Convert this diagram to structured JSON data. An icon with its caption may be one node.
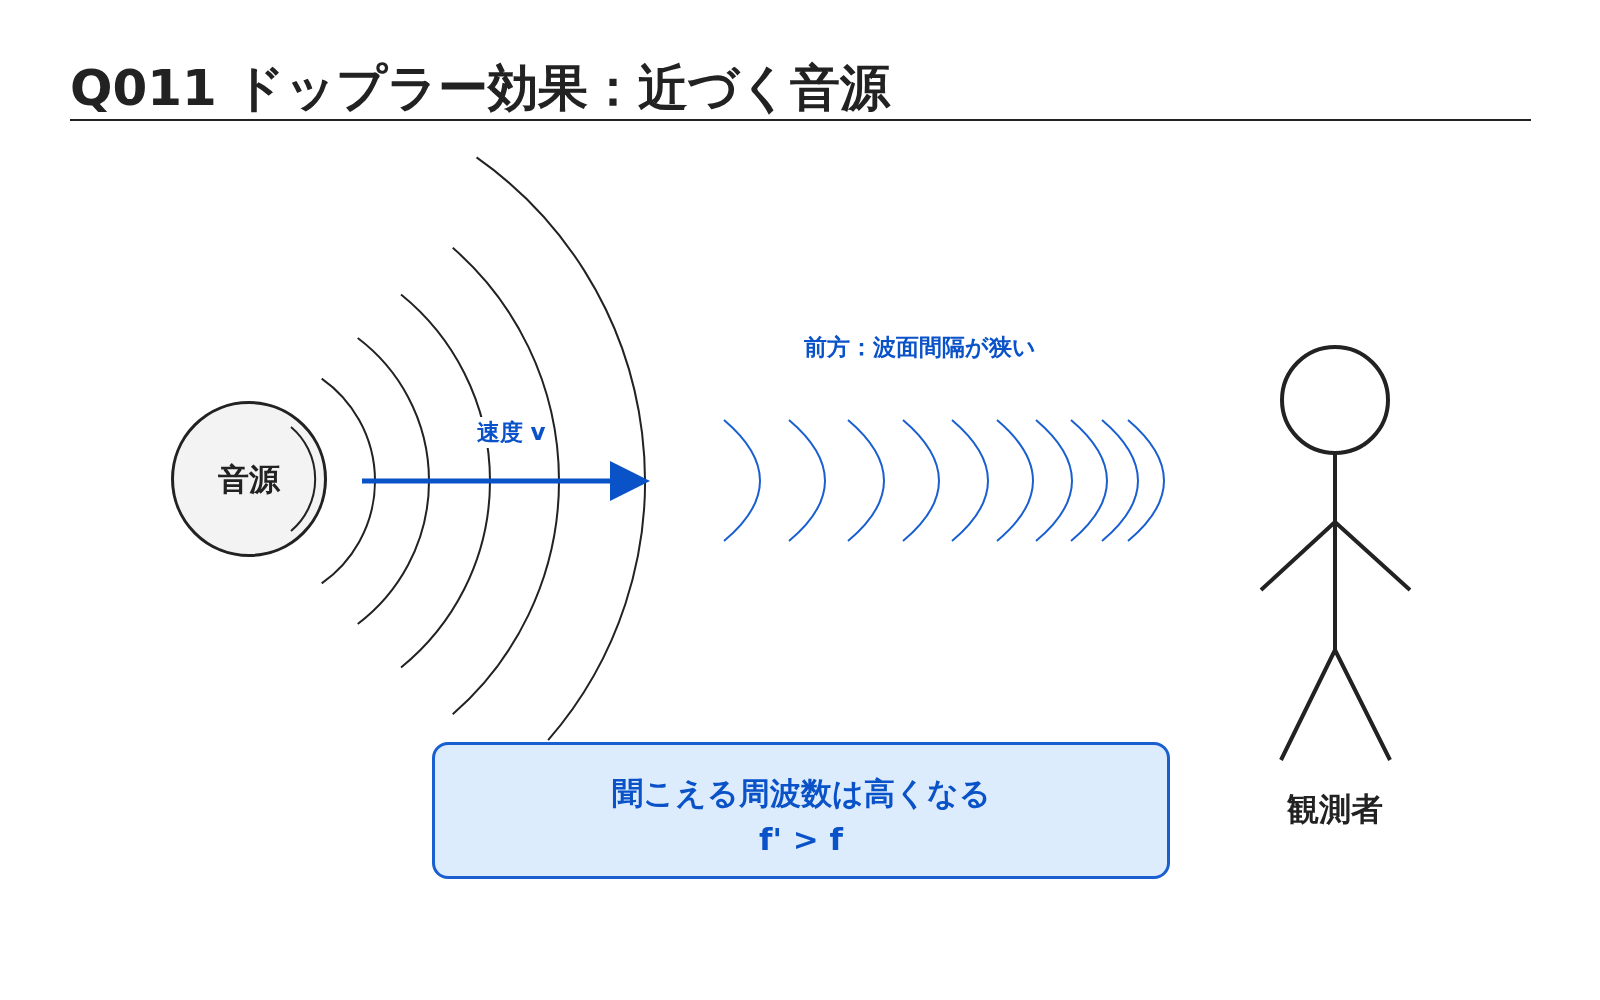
{
  "diagram": {
    "title": "Q011 ドップラー効果：近づく音源",
    "nodes": [
      {
        "text": [
          "音源"
        ]
      },
      {
        "text": [
          "観測者"
        ]
      },
      {
        "text": [
          "聞こえる周波数は高くなる",
          "f' > f"
        ]
      }
    ],
    "edges": [],
    "labels": [
      "前方：波面間隔が狭い",
      "速度 v"
    ]
  }
}
